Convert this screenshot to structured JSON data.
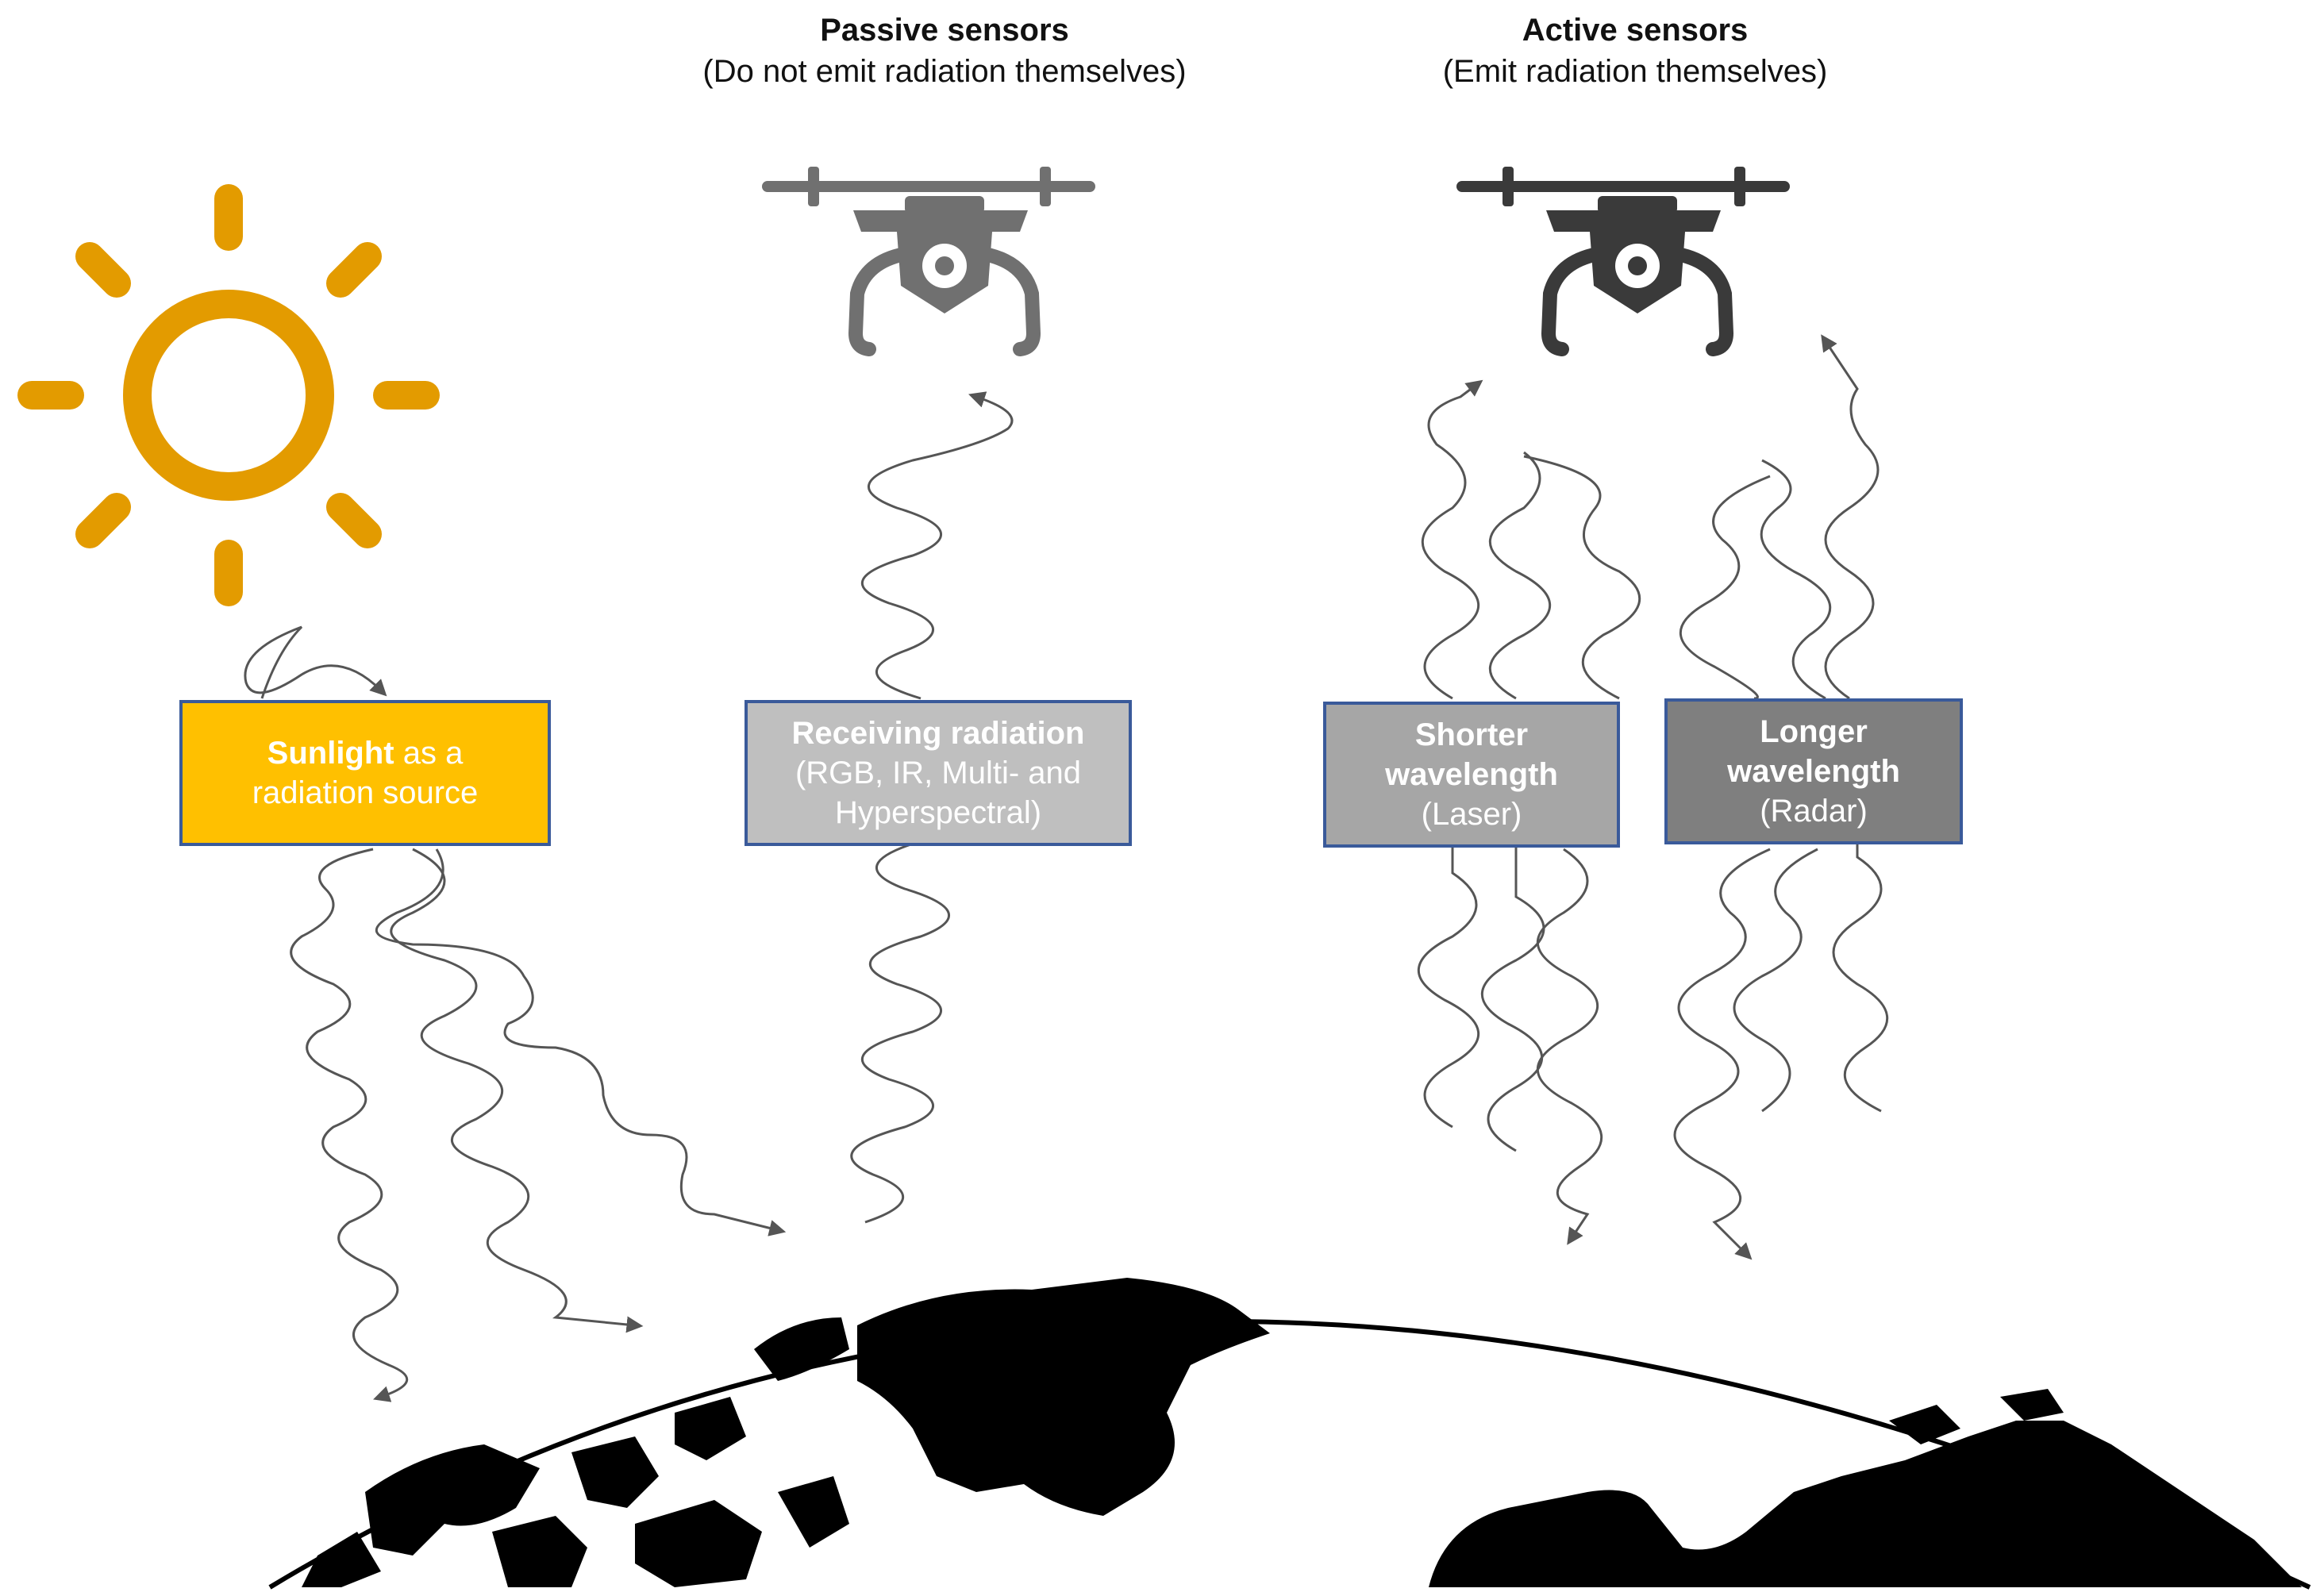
{
  "headings": {
    "passive": {
      "title": "Passive sensors",
      "subtitle": "(Do not emit radiation themselves)"
    },
    "active": {
      "title": "Active sensors",
      "subtitle": "(Emit radiation themselves)"
    }
  },
  "boxes": {
    "sunlight": {
      "bold": "Sunlight",
      "rest_line1": " as a",
      "line2": "radiation source",
      "color": "#FFC000"
    },
    "receiving": {
      "bold": "Receiving radiation",
      "line2": "(RGB, IR, Multi- and",
      "line3": "Hyperspectral)",
      "color": "#BFBFBF"
    },
    "shorter": {
      "line1": "Shorter",
      "line2": "wavelength",
      "line3": "(Laser)",
      "color": "#A6A6A6"
    },
    "longer": {
      "line1": "Longer",
      "line2": "wavelength",
      "line3": "(Radar)",
      "color": "#7F7F7F"
    }
  },
  "icons": {
    "sun": "sun-icon",
    "passive_drone": "drone-icon",
    "active_drone": "drone-icon",
    "earth": "earth-globe-icon"
  },
  "colors": {
    "sun": "#E39B00",
    "passive_drone": "#707070",
    "active_drone": "#3A3A3A",
    "box_border": "#3A5A9A",
    "waves": "#555555",
    "earth": "#000000"
  }
}
